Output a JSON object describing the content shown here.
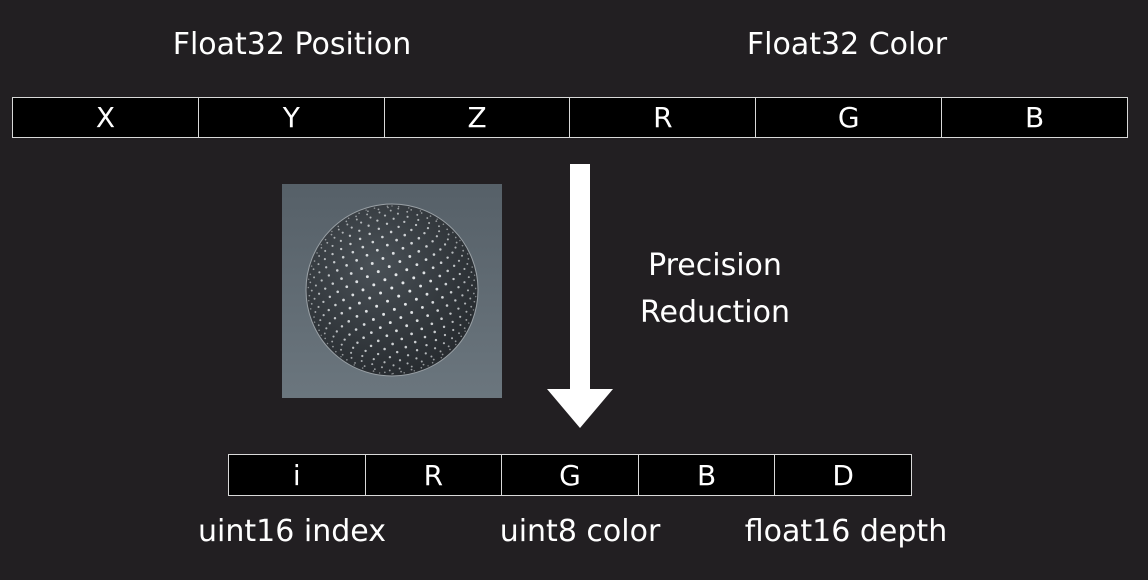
{
  "top_section": {
    "position_heading": "Float32 Position",
    "color_heading": "Float32 Color",
    "fields": [
      "X",
      "Y",
      "Z",
      "R",
      "G",
      "B"
    ]
  },
  "middle_section": {
    "caption_line1": "Precision",
    "caption_line2": "Reduction",
    "arrow_icon": "down-arrow-icon",
    "image_icon": "point-cloud-sphere-icon"
  },
  "bottom_section": {
    "fields": [
      "i",
      "R",
      "G",
      "B",
      "D"
    ],
    "labels": {
      "index": "uint16 index",
      "color": "uint8 color",
      "depth": "float16 depth"
    }
  },
  "colors": {
    "background": "#221f22",
    "text": "#ffffff",
    "field_background": "#000000",
    "field_border": "#d9d9d9"
  }
}
